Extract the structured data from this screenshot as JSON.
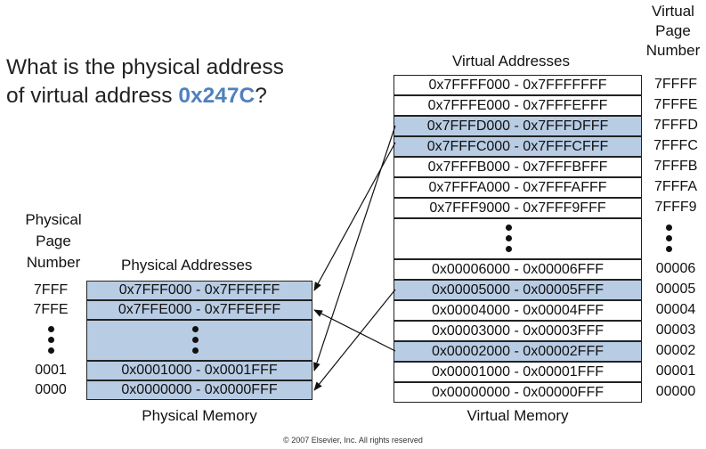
{
  "question": {
    "text_before": "What is the physical address",
    "text_line2": "of virtual address ",
    "address": "0x247C",
    "text_end": "?",
    "highlight_color": "#4f81bd"
  },
  "virtual": {
    "header": "Virtual Addresses",
    "caption": "Virtual Memory",
    "vpn_header": [
      "Virtual",
      "Page",
      "Number"
    ],
    "rows_top": [
      {
        "range": "0x7FFFF000 - 0x7FFFFFFF",
        "vpn": "7FFFF",
        "mapped": false
      },
      {
        "range": "0x7FFFE000 - 0x7FFFEFFF",
        "vpn": "7FFFE",
        "mapped": false
      },
      {
        "range": "0x7FFFD000 - 0x7FFFDFFF",
        "vpn": "7FFFD",
        "mapped": true
      },
      {
        "range": "0x7FFFC000 - 0x7FFFCFFF",
        "vpn": "7FFFC",
        "mapped": true
      },
      {
        "range": "0x7FFFB000 - 0x7FFFBFFF",
        "vpn": "7FFFB",
        "mapped": false
      },
      {
        "range": "0x7FFFA000 - 0x7FFFAFFF",
        "vpn": "7FFFA",
        "mapped": false
      },
      {
        "range": "0x7FFF9000 - 0x7FFF9FFF",
        "vpn": "7FFF9",
        "mapped": false
      }
    ],
    "rows_bottom": [
      {
        "range": "0x00006000 - 0x00006FFF",
        "vpn": "00006",
        "mapped": false
      },
      {
        "range": "0x00005000 - 0x00005FFF",
        "vpn": "00005",
        "mapped": true
      },
      {
        "range": "0x00004000 - 0x00004FFF",
        "vpn": "00004",
        "mapped": false
      },
      {
        "range": "0x00003000 - 0x00003FFF",
        "vpn": "00003",
        "mapped": false
      },
      {
        "range": "0x00002000 - 0x00002FFF",
        "vpn": "00002",
        "mapped": true
      },
      {
        "range": "0x00001000 - 0x00001FFF",
        "vpn": "00001",
        "mapped": false
      },
      {
        "range": "0x00000000 - 0x00000FFF",
        "vpn": "00000",
        "mapped": false
      }
    ]
  },
  "physical": {
    "header": "Physical Addresses",
    "caption": "Physical Memory",
    "ppn_header": [
      "Physical",
      "Page",
      "Number"
    ],
    "rows_top": [
      {
        "range": "0x7FFF000 - 0x7FFFFFF",
        "ppn": "7FFF"
      },
      {
        "range": "0x7FFE000 - 0x7FFEFFF",
        "ppn": "7FFE"
      }
    ],
    "rows_bottom": [
      {
        "range": "0x0001000 - 0x0001FFF",
        "ppn": "0001"
      },
      {
        "range": "0x0000000 - 0x0000FFF",
        "ppn": "0000"
      }
    ]
  },
  "colors": {
    "mapped_fill": "#b8cce4"
  },
  "copyright": "© 2007 Elsevier, Inc. All rights reserved"
}
